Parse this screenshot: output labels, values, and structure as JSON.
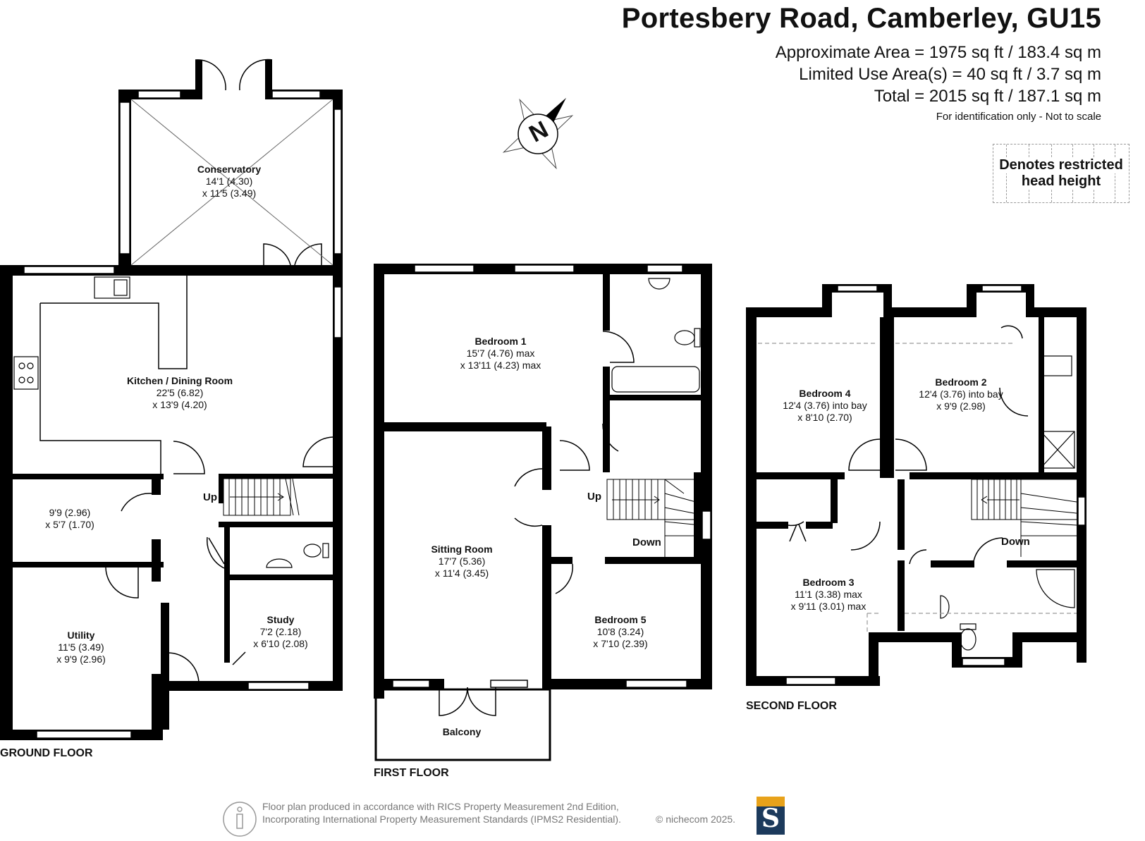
{
  "header": {
    "title": "Portesbery Road, Camberley, GU15",
    "area_line1": "Approximate Area = 1975 sq ft / 183.4 sq m",
    "area_line2": "Limited Use Area(s) = 40 sq ft / 3.7 sq m",
    "area_line3": "Total = 2015 sq ft / 187.1 sq m",
    "note": "For identification only - Not to scale"
  },
  "legend": {
    "line1": "Denotes restricted",
    "line2": "head height"
  },
  "compass": {
    "label": "N",
    "icon": "compass-rose-icon"
  },
  "floors": {
    "ground": "GROUND FLOOR",
    "first": "FIRST FLOOR",
    "second": "SECOND FLOOR"
  },
  "rooms": {
    "conservatory": {
      "name": "Conservatory",
      "dim1": "14'1 (4.30)",
      "dim2": "x 11'5 (3.49)"
    },
    "kitchen": {
      "name": "Kitchen / Dining Room",
      "dim1": "22'5 (6.82)",
      "dim2": "x 13'9 (4.20)"
    },
    "store": {
      "dim1": "9'9 (2.96)",
      "dim2": "x 5'7 (1.70)"
    },
    "utility": {
      "name": "Utility",
      "dim1": "11'5 (3.49)",
      "dim2": "x 9'9 (2.96)"
    },
    "study": {
      "name": "Study",
      "dim1": "7'2 (2.18)",
      "dim2": "x 6'10 (2.08)"
    },
    "bedroom1": {
      "name": "Bedroom 1",
      "dim1": "15'7 (4.76) max",
      "dim2": "x 13'11 (4.23) max"
    },
    "sitting": {
      "name": "Sitting Room",
      "dim1": "17'7 (5.36)",
      "dim2": "x 11'4 (3.45)"
    },
    "bedroom5": {
      "name": "Bedroom 5",
      "dim1": "10'8 (3.24)",
      "dim2": "x 7'10 (2.39)"
    },
    "balcony": {
      "name": "Balcony"
    },
    "bedroom4": {
      "name": "Bedroom 4",
      "dim1": "12'4 (3.76) into bay",
      "dim2": "x 8'10 (2.70)"
    },
    "bedroom2": {
      "name": "Bedroom 2",
      "dim1": "12'4 (3.76) into bay",
      "dim2": "x 9'9 (2.98)"
    },
    "bedroom3": {
      "name": "Bedroom 3",
      "dim1": "11'1 (3.38) max",
      "dim2": "x 9'11 (3.01) max"
    }
  },
  "stair_labels": {
    "ground_up": "Up",
    "first_up": "Up",
    "first_down": "Down",
    "second_down": "Down"
  },
  "footer": {
    "line1": "Floor plan produced in accordance with RICS Property Measurement 2nd Edition,",
    "line2": "Incorporating International Property Measurement Standards (IPMS2 Residential).",
    "copyright": "© nichecom 2025.",
    "logo_letter": "S",
    "logo_colors": {
      "navy": "#1c3a5c",
      "gold": "#e8a21a"
    }
  }
}
